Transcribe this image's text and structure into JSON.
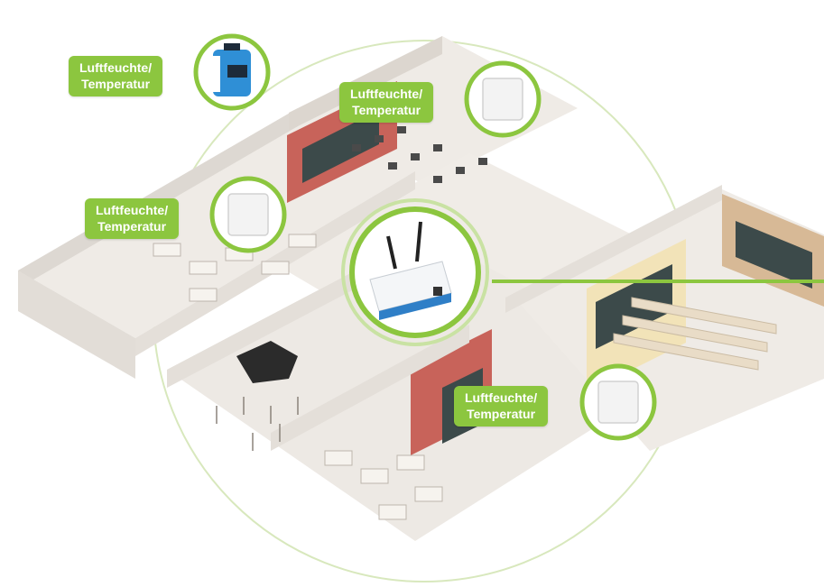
{
  "colors": {
    "accent_green": "#8cc63f",
    "ring_green": "#a9d16a",
    "wall": "#f1eeea",
    "floor": "#e8e4df",
    "accent_red": "#c8635a",
    "sensor_blue": "#2f7fc7"
  },
  "labels": [
    {
      "line1": "Luftfeuchte/",
      "line2": "Temperatur"
    },
    {
      "line1": "Luftfeuchte/",
      "line2": "Temperatur"
    },
    {
      "line1": "Luftfeuchte/",
      "line2": "Temperatur"
    },
    {
      "line1": "Luftfeuchte/",
      "line2": "Temperatur"
    }
  ],
  "icons": {
    "gateway": "wireless-gateway-icon",
    "sensor_white": "wall-sensor-icon",
    "sensor_blue": "battery-sensor-icon"
  }
}
